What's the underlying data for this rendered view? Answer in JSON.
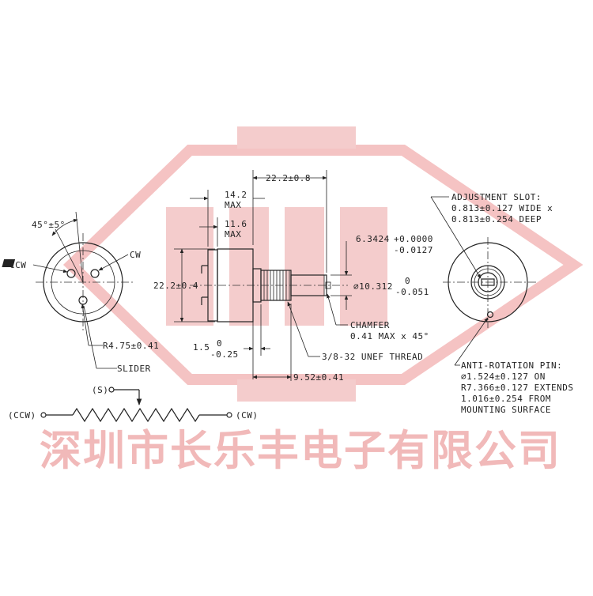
{
  "watermark": {
    "text": "深圳市长乐丰电子有限公司",
    "color": "#f3b9b9"
  },
  "front_view": {
    "angle_label": "45°±5°",
    "ccw_label": "CCW",
    "cw_label": "CW",
    "radius_label": "R4.75±0.41",
    "slider_label": "SLIDER"
  },
  "side_view": {
    "overall_length": "22.2±0.8",
    "body_depth_max_value": "14.2",
    "body_depth_max_unit": "MAX",
    "body_depth2_value": "11.6",
    "body_depth2_unit": "MAX",
    "diameter": "22.2±0.4",
    "shaft_dia_value": "6.3424",
    "shaft_tol_upper": "+0.0000",
    "shaft_tol_lower": "-0.0127",
    "thread_dia_value": "⌀10.312",
    "thread_tol_upper": "0",
    "thread_tol_lower": "-0.051",
    "chamfer_title": "CHAMFER",
    "chamfer_value": "0.41 MAX x 45°",
    "flange_value": "1.5",
    "flange_tol_upper": "0",
    "flange_tol_lower": "-0.25",
    "thread_spec": "3/8-32 UNEF THREAD",
    "bushing_length": "9.52±0.41"
  },
  "rear_view": {
    "slot_line1": "ADJUSTMENT SLOT:",
    "slot_line2": "0.813±0.127 WIDE x",
    "slot_line3": "0.813±0.254 DEEP",
    "pin_line1": "ANTI-ROTATION PIN:",
    "pin_line2": "⌀1.524±0.127 ON",
    "pin_line3": "R7.366±0.127 EXTENDS",
    "pin_line4": "1.016±0.254 FROM",
    "pin_line5": "MOUNTING SURFACE"
  },
  "schematic": {
    "slider_terminal": "(S)",
    "ccw_terminal": "(CCW)",
    "cw_terminal": "(CW)"
  }
}
